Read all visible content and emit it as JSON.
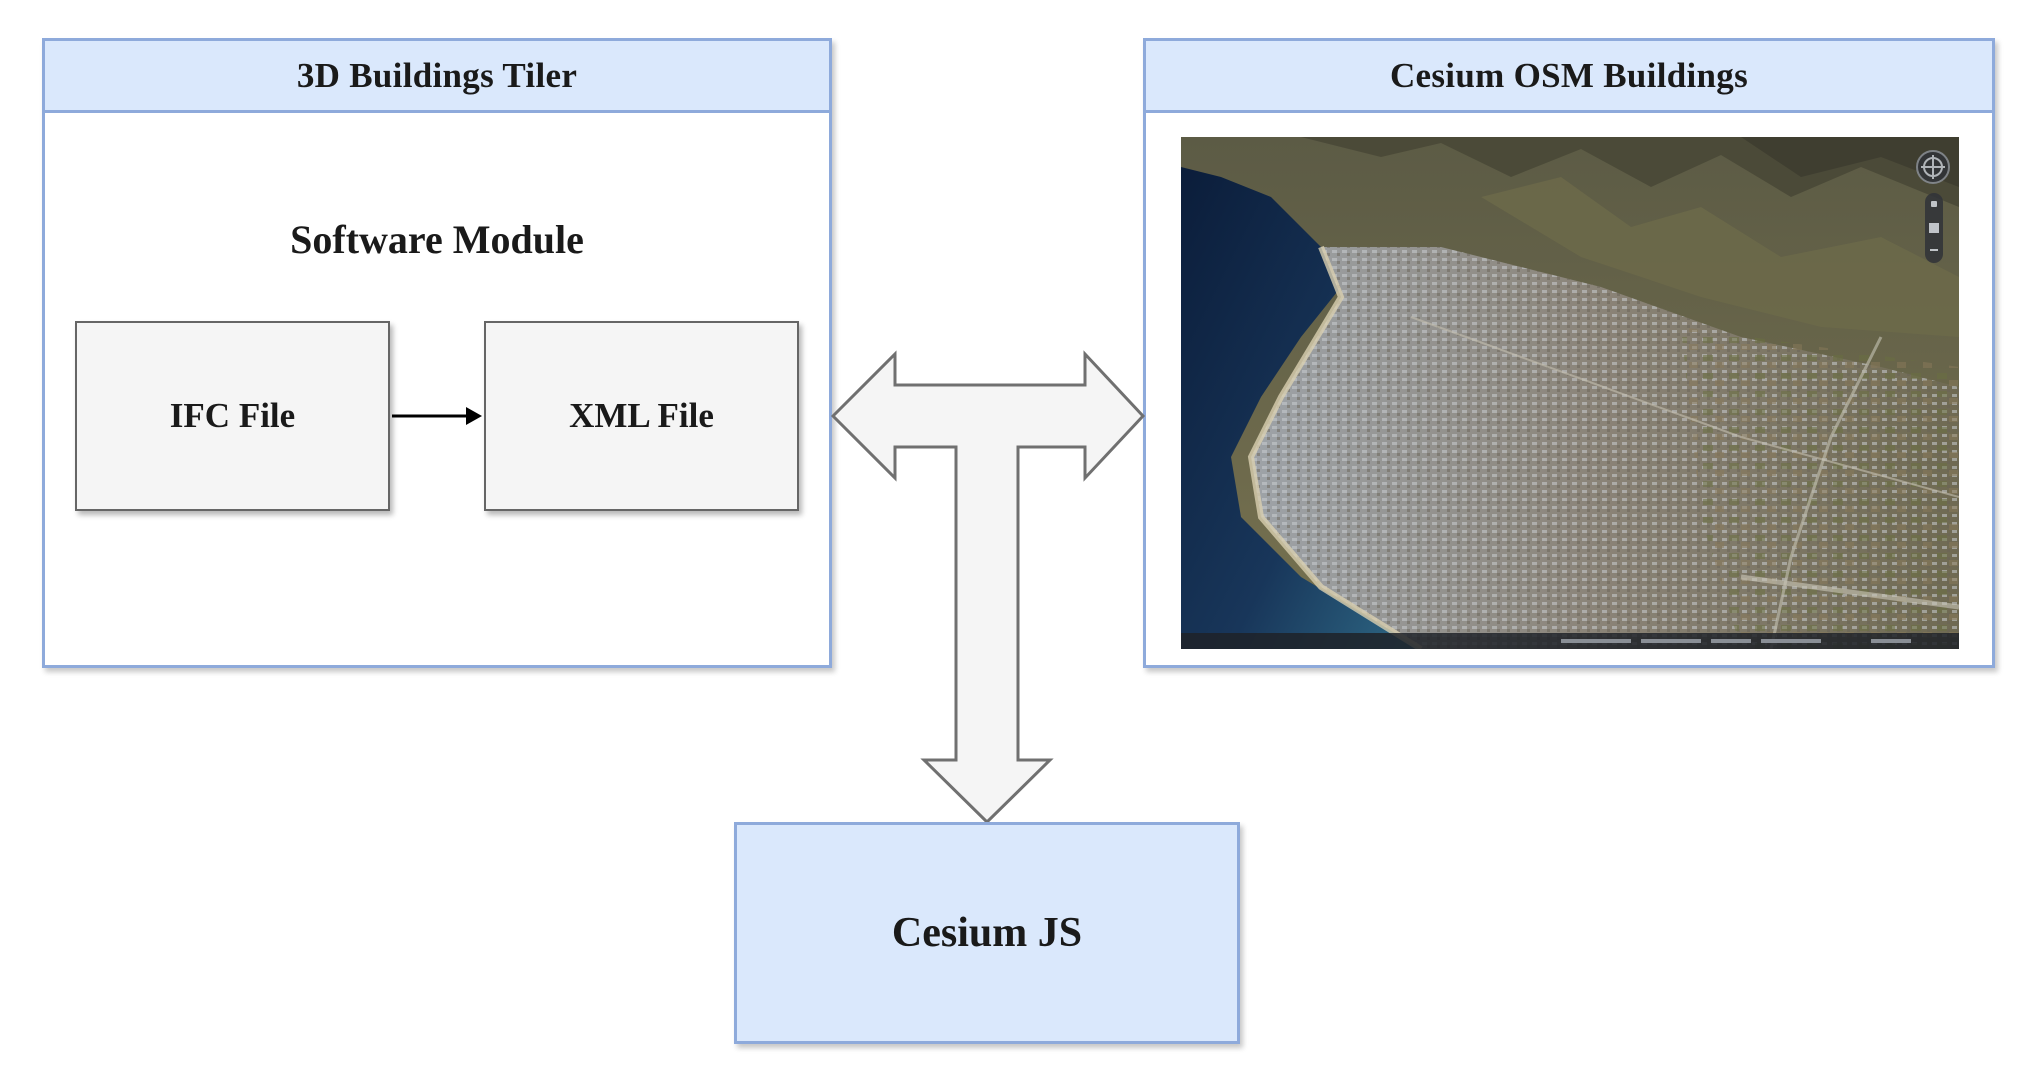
{
  "tiler_panel": {
    "title": "3D Buildings Tiler",
    "module_title": "Software Module",
    "ifc_label": "IFC File",
    "xml_label": "XML File"
  },
  "osm_panel": {
    "title": "Cesium OSM Buildings",
    "viewer_icons": [
      "compass-icon",
      "zoom-in-icon",
      "home-icon",
      "zoom-out-icon"
    ]
  },
  "cesium_box": {
    "label": "Cesium JS"
  },
  "colors": {
    "header_fill": "#dae8fc",
    "border": "#8eaadb",
    "file_box_fill": "#f5f5f5",
    "arrow_fill": "#f5f5f5"
  }
}
